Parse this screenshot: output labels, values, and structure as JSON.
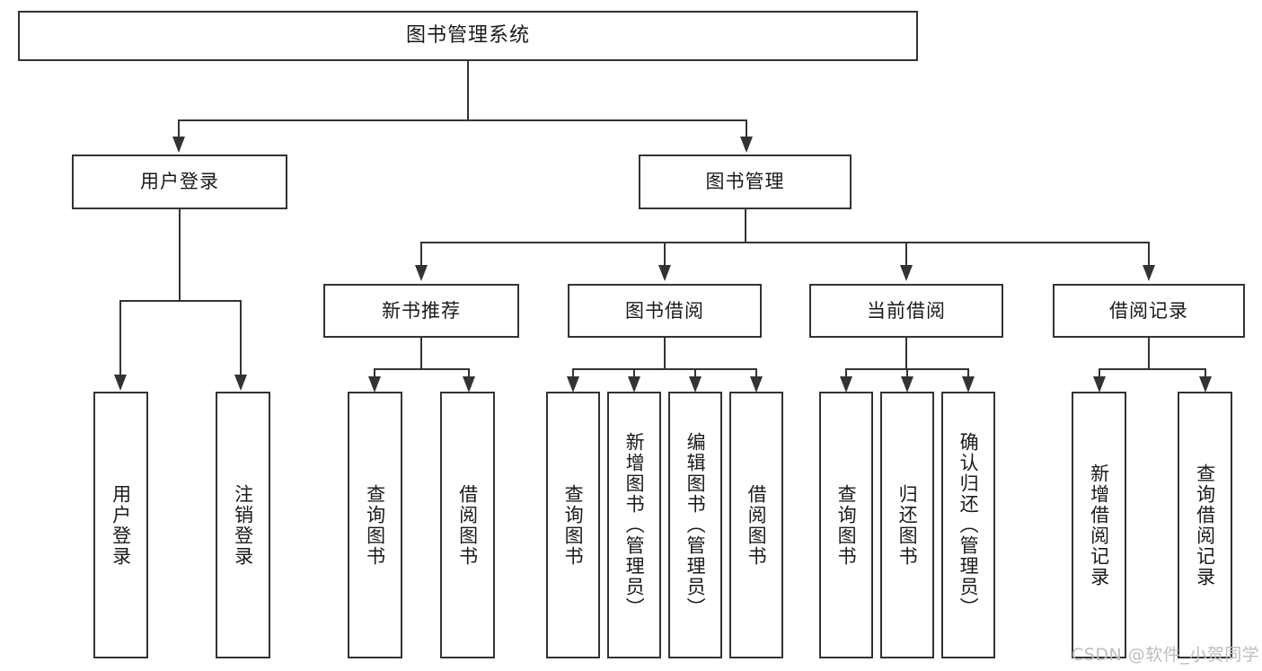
{
  "diagram": {
    "kind": "functional-structure-tree",
    "root": {
      "label": "图书管理系统"
    },
    "level1": [
      {
        "label": "用户登录"
      },
      {
        "label": "图书管理"
      }
    ],
    "level2": [
      {
        "label": "新书推荐"
      },
      {
        "label": "图书借阅"
      },
      {
        "label": "当前借阅"
      },
      {
        "label": "借阅记录"
      }
    ],
    "leaves": {
      "user_login": [
        {
          "label": "用户登录"
        },
        {
          "label": "注销登录"
        }
      ],
      "new_book_recommend": [
        {
          "label": "查询图书"
        },
        {
          "label": "借阅图书"
        }
      ],
      "book_borrow": [
        {
          "label": "查询图书"
        },
        {
          "label": "新增图书（管理员）"
        },
        {
          "label": "编辑图书（管理员）"
        },
        {
          "label": "借阅图书"
        }
      ],
      "current_borrow": [
        {
          "label": "查询图书"
        },
        {
          "label": "归还图书"
        },
        {
          "label": "确认归还（管理员）"
        }
      ],
      "borrow_records": [
        {
          "label": "新增借阅记录"
        },
        {
          "label": "查询借阅记录"
        }
      ]
    }
  },
  "watermark": {
    "text": "CSDN @软件_小贺同学"
  },
  "colors": {
    "stroke": "#333333",
    "box_fill": "#ffffff",
    "text": "#1a1a1a",
    "watermark": "#bdbdbd",
    "background": "#ffffff"
  }
}
